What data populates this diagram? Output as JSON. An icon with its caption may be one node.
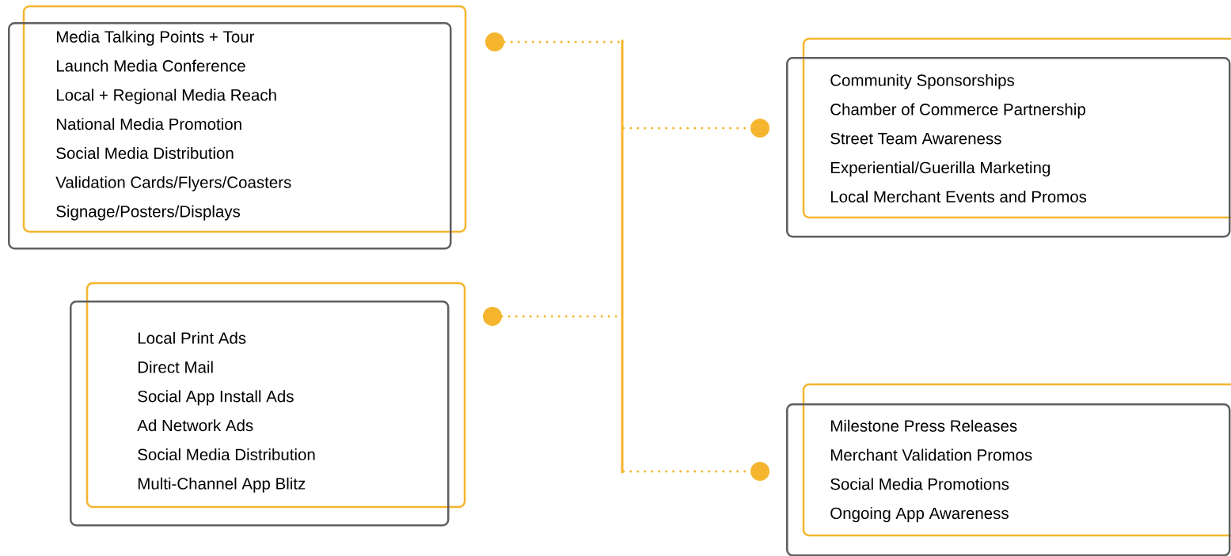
{
  "diagram": {
    "nodes": [
      {
        "text": [
          "Media Talking Points + Tour",
          "Launch Media Conference",
          "Local + Regional Media Reach",
          "National Media Promotion",
          "Social Media Distribution",
          "Validation Cards/Flyers/Coasters",
          "Signage/Posters/Displays"
        ]
      },
      {
        "text": [
          "Community Sponsorships",
          "Chamber of Commerce Partnership",
          "Street Team Awareness",
          "Experiential/Guerilla Marketing",
          "Local Merchant Events and Promos"
        ]
      },
      {
        "text": [
          "Local Print Ads",
          "Direct Mail",
          "Social App Install Ads",
          "Ad Network Ads",
          "Social Media Distribution",
          "Multi-Channel App Blitz"
        ]
      },
      {
        "text": [
          "Milestone Press Releases",
          "Merchant Validation Promos",
          "Social Media Promotions",
          "Ongoing App Awareness"
        ]
      },
      {
        "text": [],
        "shape": "circle"
      },
      {
        "text": [],
        "shape": "circle"
      },
      {
        "text": [],
        "shape": "circle"
      },
      {
        "text": [],
        "shape": "circle"
      },
      {
        "text": [],
        "shape": "bar"
      }
    ],
    "edges": [
      {
        "from": 4,
        "to": 8,
        "arrow": "none",
        "style": "dashed"
      },
      {
        "from": 8,
        "to": 5,
        "arrow": "none",
        "style": "dashed"
      },
      {
        "from": 6,
        "to": 8,
        "arrow": "none",
        "style": "dashed"
      },
      {
        "from": 8,
        "to": 7,
        "arrow": "none",
        "style": "dashed"
      }
    ]
  }
}
